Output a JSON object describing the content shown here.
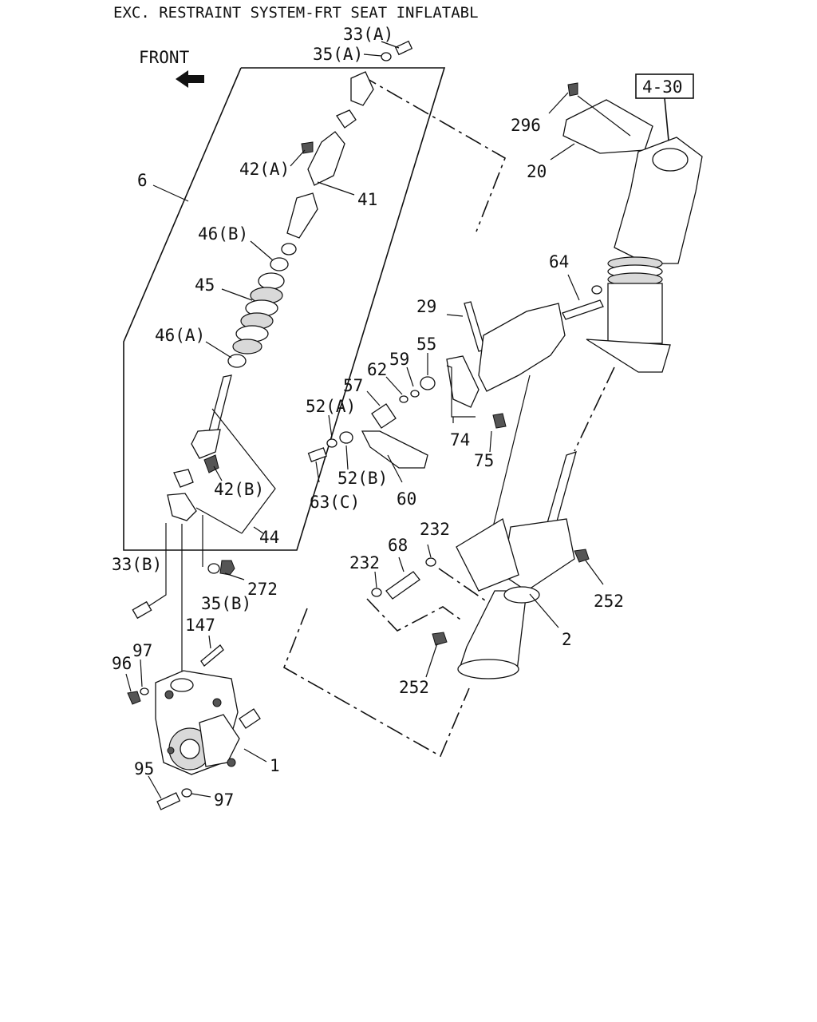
{
  "title": "EXC. RESTRAINT SYSTEM-FRT SEAT INFLATABL",
  "front_label": "FRONT",
  "ref_box": "4-30",
  "labels": {
    "l33a": "33(A)",
    "l35a": "35(A)",
    "l296": "296",
    "l20": "20",
    "l6": "6",
    "l42a": "42(A)",
    "l41": "41",
    "l46b": "46(B)",
    "l45": "45",
    "l46a": "46(A)",
    "l64": "64",
    "l29": "29",
    "l55": "55",
    "l59": "59",
    "l62": "62",
    "l57": "57",
    "l52a": "52(A)",
    "l74": "74",
    "l75": "75",
    "l52b": "52(B)",
    "l63c": "63(C)",
    "l60": "60",
    "l42b": "42(B)",
    "l44": "44",
    "l232a": "232",
    "l68": "68",
    "l232b": "232",
    "l33b": "33(B)",
    "l35b": "35(B)",
    "l272": "272",
    "l252a": "252",
    "l2": "2",
    "l147": "147",
    "l97a": "97",
    "l96": "96",
    "l252b": "252",
    "l1": "1",
    "l95": "95",
    "l97b": "97"
  }
}
